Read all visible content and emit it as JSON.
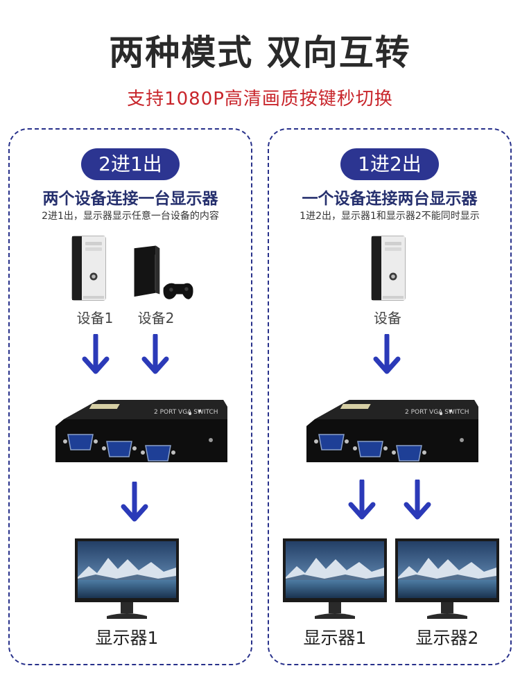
{
  "headline": "两种模式 双向互转",
  "subline": "支持1080P高清画质按键秒切换",
  "colors": {
    "accent": "#2c3591",
    "subline": "#c8252b",
    "arrow": "#2b3ab8"
  },
  "left": {
    "badge": "2进1出",
    "heading": "两个设备连接一台显示器",
    "note": "2进1出，显示器显示任意一台设备的内容",
    "devices": [
      {
        "icon": "desktop-tower-icon",
        "label": "设备1"
      },
      {
        "icon": "game-console-icon",
        "label": "设备2"
      }
    ],
    "switch_icon": "vga-switch-box-icon",
    "monitors": [
      {
        "icon": "monitor-icon",
        "label": "显示器1"
      }
    ]
  },
  "right": {
    "badge": "1进2出",
    "heading": "一个设备连接两台显示器",
    "note": "1进2出，显示器1和显示器2不能同时显示",
    "devices": [
      {
        "icon": "desktop-tower-icon",
        "label": "设备"
      }
    ],
    "switch_icon": "vga-switch-box-icon",
    "monitors": [
      {
        "icon": "monitor-icon",
        "label": "显示器1"
      },
      {
        "icon": "monitor-icon",
        "label": "显示器2"
      }
    ]
  }
}
